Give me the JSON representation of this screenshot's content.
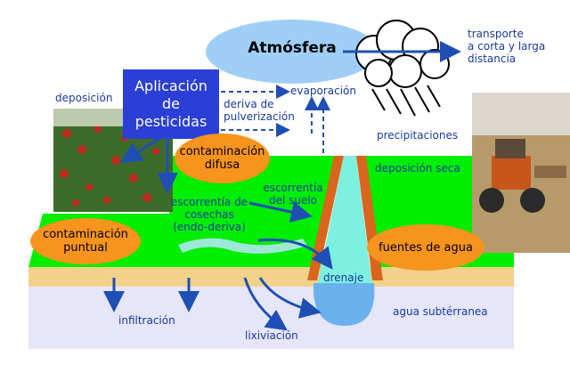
{
  "diagram": {
    "atmosphere": "Atmósfera",
    "transport": [
      "transporte",
      "a corta y larga",
      "distancia"
    ],
    "application": [
      "Aplicación",
      "de",
      "pesticidas"
    ],
    "deposition": "deposición",
    "spray_drift": [
      "deriva de",
      "pulverización"
    ],
    "evaporation": "evaporación",
    "precipitation": "precipitaciones",
    "diffuse_contamination": [
      "contaminación",
      "difusa"
    ],
    "dry_deposition": "deposición seca",
    "crop_runoff": [
      "escorrentía de",
      "cosechas",
      "(endo-deriva)"
    ],
    "soil_runoff": [
      "escorrentía",
      "del suelo"
    ],
    "point_contamination": [
      "contaminación",
      "puntual"
    ],
    "water_sources": "fuentes de agua",
    "drainage": "drenaje",
    "infiltration": "infiltración",
    "leaching": "lixiviación",
    "groundwater": "agua subtérranea"
  },
  "colors": {
    "ground": "#00ee00",
    "groundwater": "#e6e6f8",
    "sand": "#f2d28a",
    "channel": "#7df0e0",
    "oval": "#f7941d",
    "box": "#2b3fd6",
    "atmosphere": "#9fcff6",
    "text": "#1a3a9c",
    "arrow": "#1f4fb5"
  }
}
